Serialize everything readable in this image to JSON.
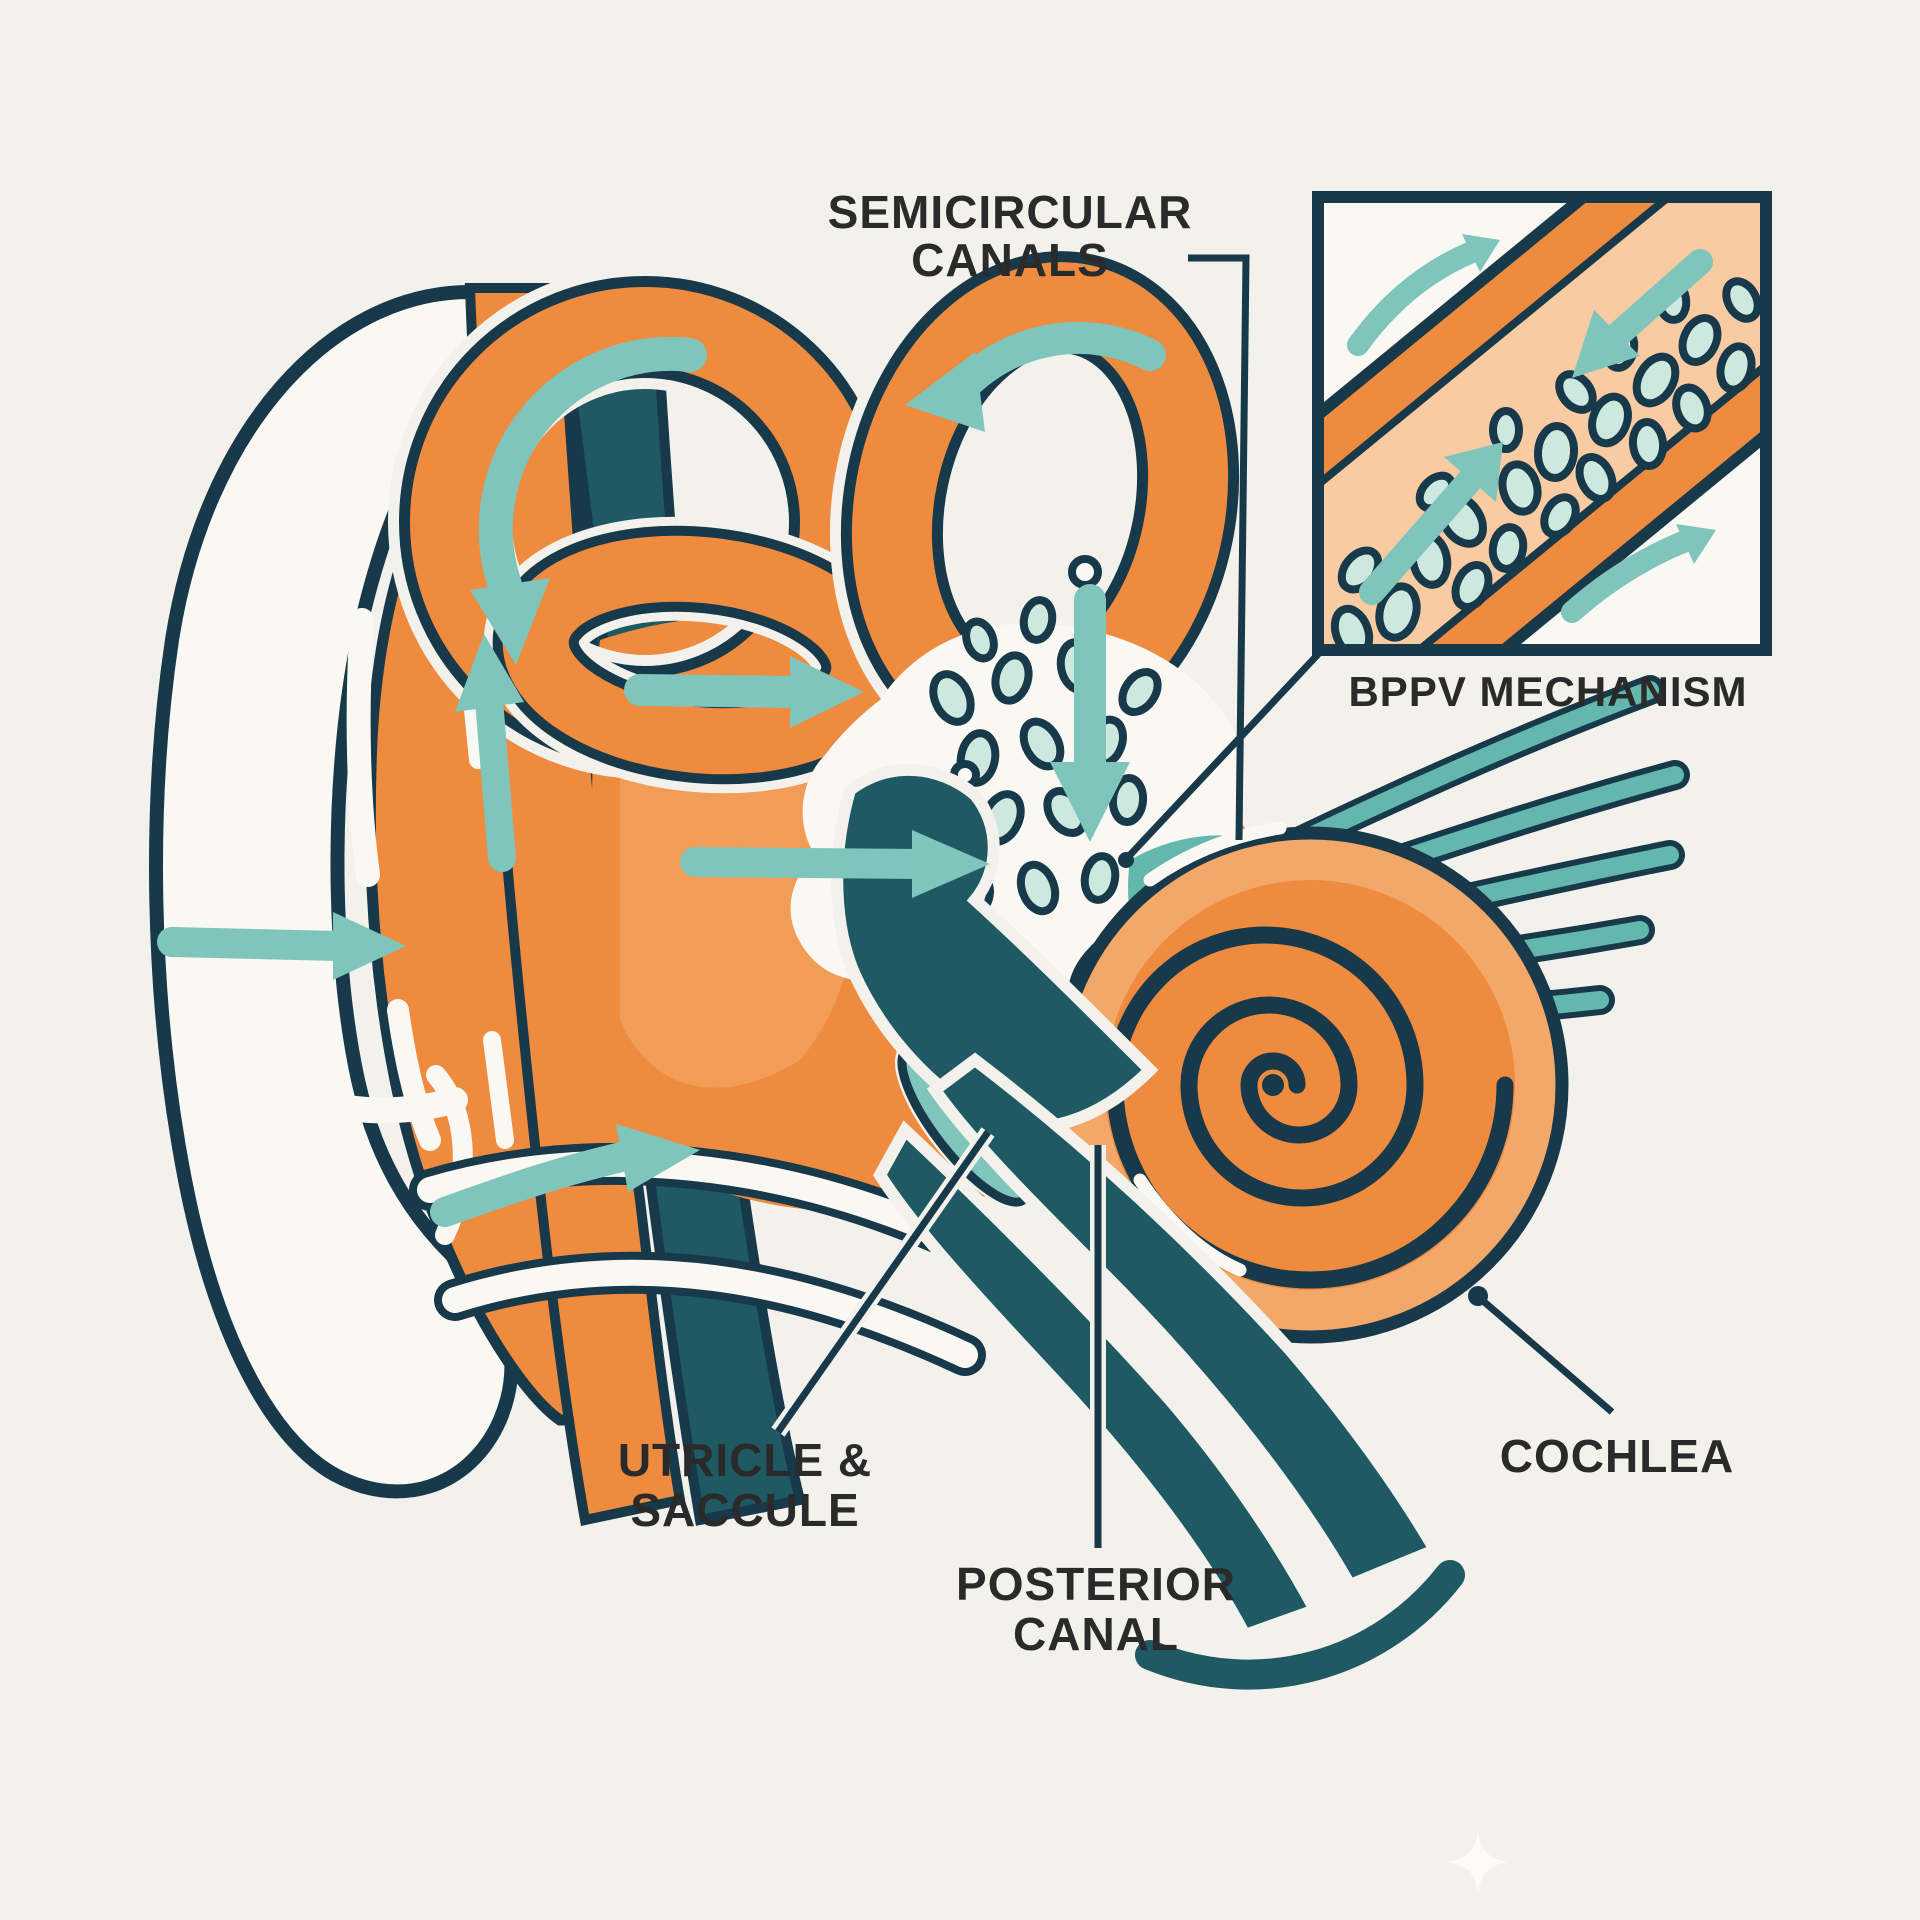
{
  "illustration": {
    "labels": {
      "semicircular_canals": {
        "line1": "SEMICIRCULAR",
        "line2": "CANALS"
      },
      "bppv_mechanism": {
        "text": "BPPV MECHANISM"
      },
      "utricle_saccule": {
        "line1": "UTRICLE &",
        "line2": "SACCULE"
      },
      "posterior_canal": {
        "line1": "POSTERIOR",
        "line2": "CANAL"
      },
      "cochlea": {
        "text": "COCHLEA"
      }
    },
    "colors": {
      "background": "#F2F1EB",
      "outline": "#17394A",
      "dark_teal": "#1E5964",
      "orange": "#EE8B3E",
      "orange_light": "#F3A869",
      "peach": "#F8CBA2",
      "arrow_teal": "#7FC5BC",
      "nerve_teal": "#63B7AC",
      "crystal_fill": "#CDE8DF",
      "white": "#FAF8F2",
      "label_text": "#2A2A2A"
    },
    "icons": {
      "flow_arrow": "teal-flow-arrow",
      "otoconia": "crystal-oval",
      "sparkle": "four-point-star"
    }
  }
}
